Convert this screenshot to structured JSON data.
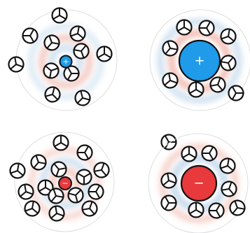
{
  "panels": [
    {
      "id": "small-cation",
      "ion_sign": "+",
      "ion_color": "#1f9bea",
      "ion_size": "small"
    },
    {
      "id": "large-cation",
      "ion_sign": "+",
      "ion_color": "#1f9bea",
      "ion_size": "large"
    },
    {
      "id": "small-anion",
      "ion_sign": "−",
      "ion_color": "#e8393c",
      "ion_size": "small"
    },
    {
      "id": "large-anion",
      "ion_sign": "−",
      "ion_color": "#e8393c",
      "ion_size": "large"
    }
  ],
  "colors": {
    "halo_red": "#e3705c",
    "halo_blue": "#7eaed8",
    "boundary": "#dddddd",
    "molecule_stroke": "#111111",
    "molecule_fill": "#ffffff"
  },
  "icon": "water-molecule-icon"
}
